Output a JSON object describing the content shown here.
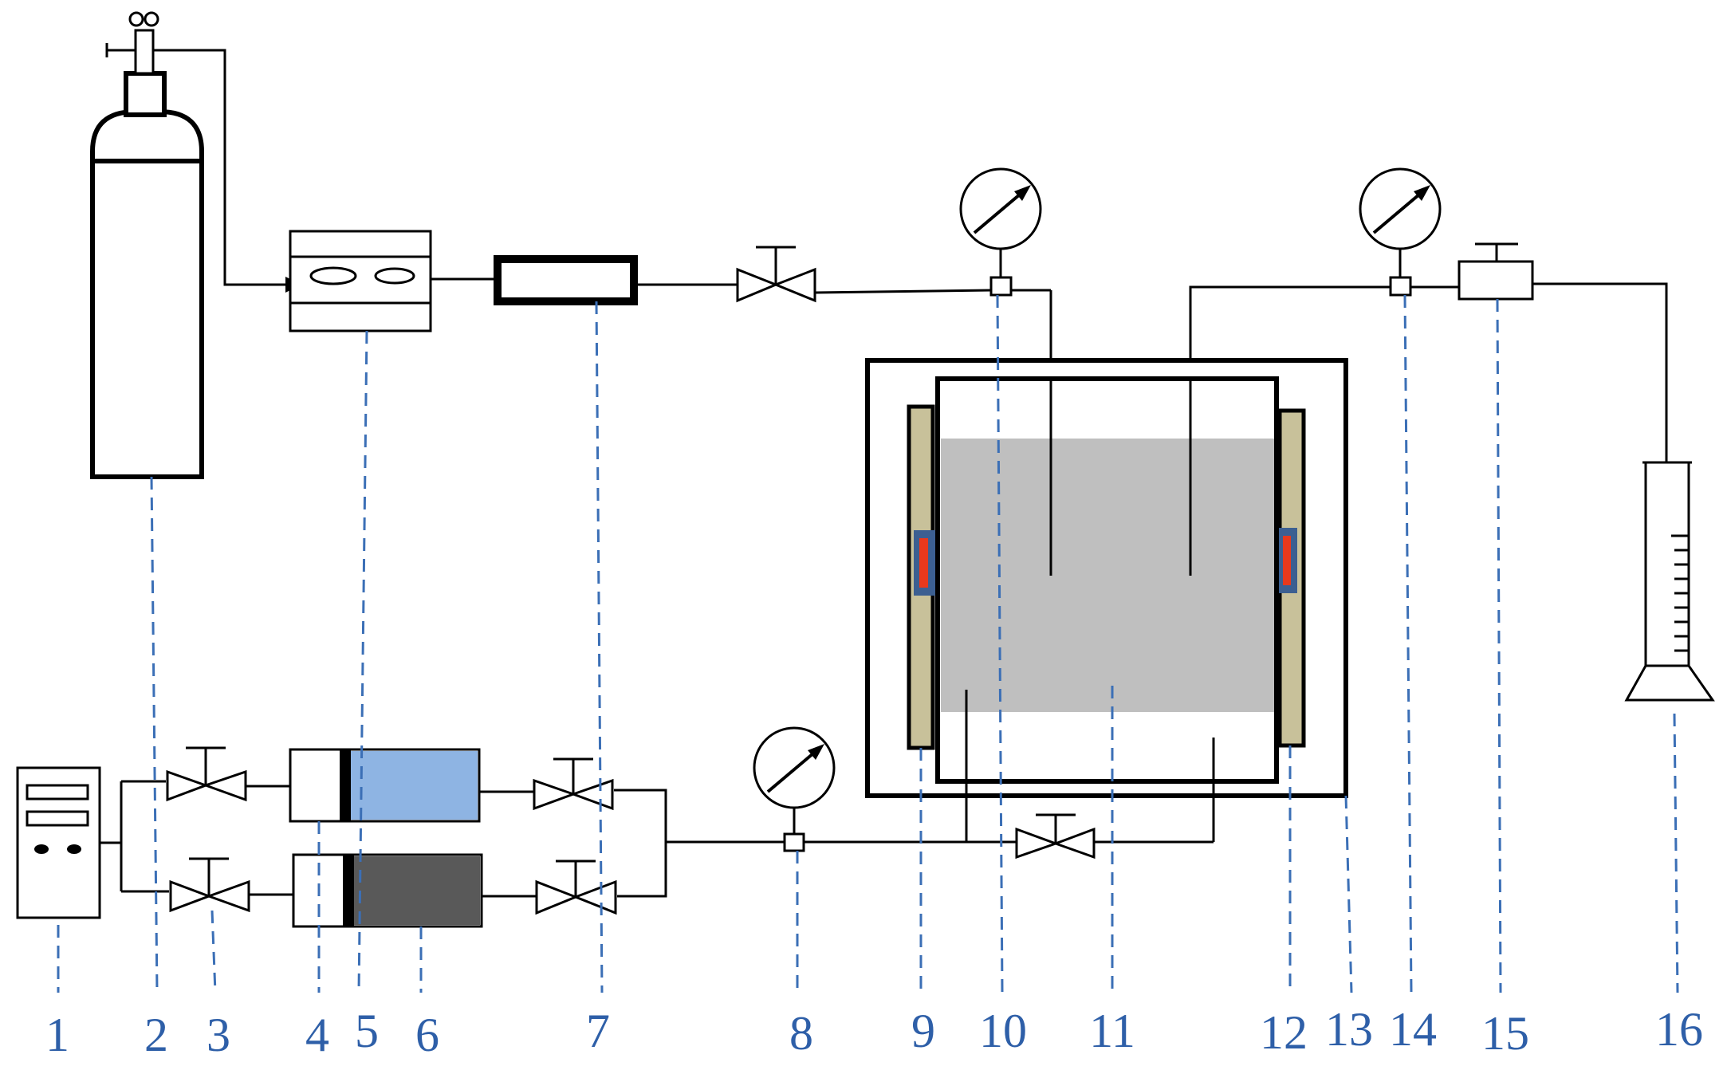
{
  "labels": [
    "1",
    "2",
    "3",
    "4",
    "5",
    "6",
    "7",
    "8",
    "9",
    "10",
    "11",
    "12",
    "13",
    "14",
    "15",
    "16"
  ],
  "colors": {
    "label": "#2e5fa8",
    "leader": "#3b6fb6",
    "water_fluid": "#8eb4e3",
    "oil_fluid": "#595959",
    "sand_pack": "#bfbfbf",
    "heater_plate": "#c8c19a",
    "heater_window": "#3c5f91",
    "heater_element": "#e8391c"
  }
}
